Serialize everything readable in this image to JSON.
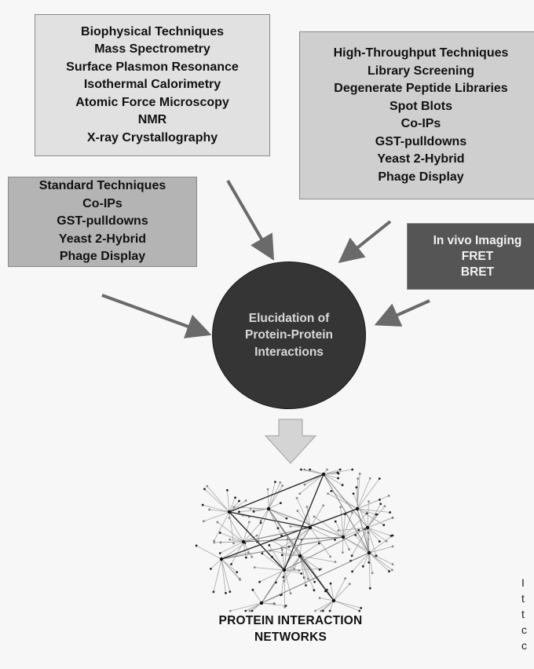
{
  "boxes": {
    "biophysical": {
      "lines": [
        "Biophysical Techniques",
        "Mass Spectrometry",
        "Surface Plasmon Resonance",
        "Isothermal Calorimetry",
        "Atomic Force Microscopy",
        "NMR",
        "X-ray Crystallography"
      ]
    },
    "high_throughput": {
      "lines": [
        "High-Throughput Techniques",
        "Library Screening",
        "Degenerate Peptide Libraries",
        "Spot Blots",
        "Co-IPs",
        "GST-pulldowns",
        "Yeast 2-Hybrid",
        "Phage Display"
      ]
    },
    "standard": {
      "lines": [
        "Standard Techniques",
        "Co-IPs",
        "GST-pulldowns",
        "Yeast 2-Hybrid",
        "Phage Display"
      ]
    },
    "in_vivo": {
      "lines": [
        "In vivo Imaging",
        "FRET",
        "BRET"
      ]
    }
  },
  "center": {
    "lines": [
      "Elucidation of",
      "Protein-Protein",
      "Interactions"
    ]
  },
  "networks_label": {
    "lines": [
      "PROTEIN INTERACTION",
      "NETWORKS"
    ]
  },
  "edge_fragments": [
    "I",
    "t",
    "t",
    "c",
    "c"
  ],
  "colors": {
    "box_biophysical": "#e1e1e1",
    "box_high_throughput": "#cfcfcf",
    "box_standard": "#b4b4b4",
    "box_in_vivo": "#555555",
    "center_circle": "#353535",
    "arrow": "#6a6a6a",
    "down_arrow": "#d4d4d4"
  }
}
